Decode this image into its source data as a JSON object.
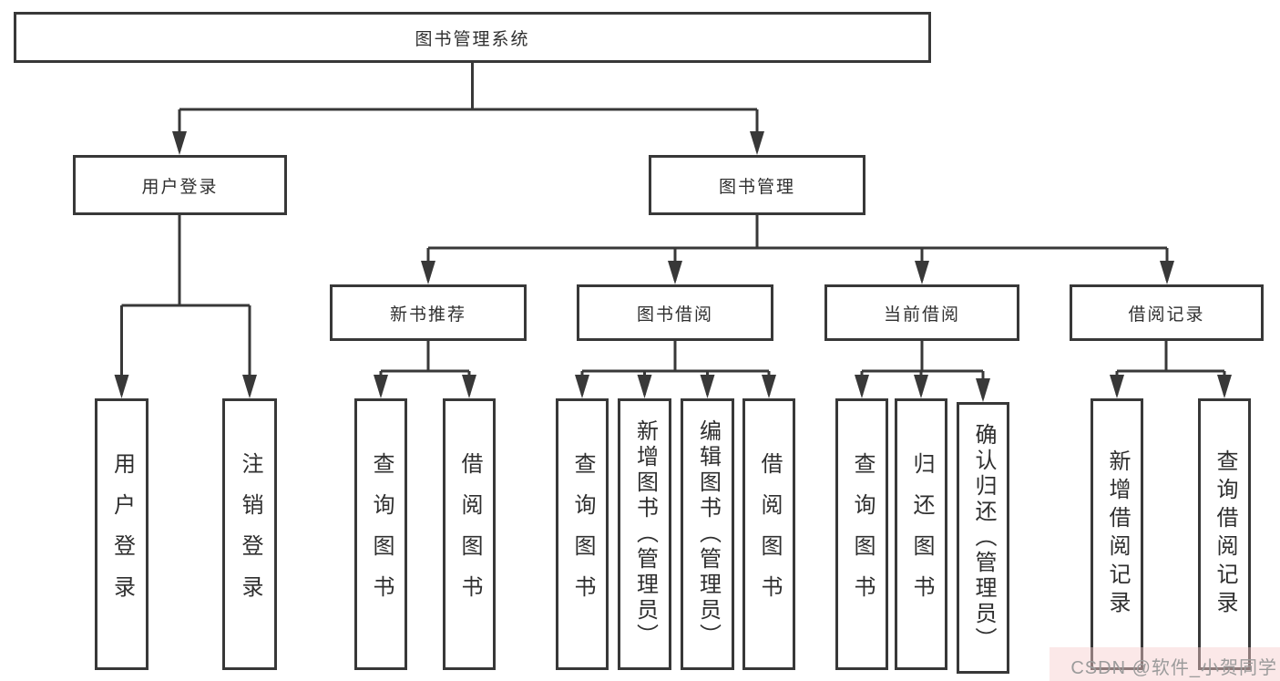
{
  "diagram": {
    "root": {
      "label": "图书管理系统"
    },
    "level2": {
      "user_login": {
        "label": "用户登录"
      },
      "book_management": {
        "label": "图书管理"
      }
    },
    "level3": {
      "new_book_recommend": {
        "label": "新书推荐"
      },
      "book_borrowing": {
        "label": "图书借阅"
      },
      "current_borrowing": {
        "label": "当前借阅"
      },
      "borrowing_records": {
        "label": "借阅记录"
      }
    },
    "leaves": {
      "user_login": {
        "label": "用户登录"
      },
      "logout": {
        "label": "注销登录"
      },
      "query_books_recommend": {
        "label": "查询图书"
      },
      "borrow_books_recommend": {
        "label": "借阅图书"
      },
      "query_books_borrowing": {
        "label": "查询图书"
      },
      "add_books_admin": {
        "label": "新增图书（管理员）"
      },
      "edit_books_admin": {
        "label": "编辑图书（管理员）"
      },
      "borrow_books_borrowing": {
        "label": "借阅图书"
      },
      "query_books_current": {
        "label": "查询图书"
      },
      "return_books": {
        "label": "归还图书"
      },
      "confirm_return_admin": {
        "label": "确认归还（管理员）"
      },
      "add_borrow_record": {
        "label": "新增借阅记录"
      },
      "query_borrow_record": {
        "label": "查询借阅记录"
      }
    },
    "hierarchy": [
      {
        "parent": "图书管理系统",
        "children": [
          "用户登录",
          "图书管理"
        ]
      },
      {
        "parent": "用户登录",
        "children": [
          "用户登录",
          "注销登录"
        ]
      },
      {
        "parent": "图书管理",
        "children": [
          "新书推荐",
          "图书借阅",
          "当前借阅",
          "借阅记录"
        ]
      },
      {
        "parent": "新书推荐",
        "children": [
          "查询图书",
          "借阅图书"
        ]
      },
      {
        "parent": "图书借阅",
        "children": [
          "查询图书",
          "新增图书（管理员）",
          "编辑图书（管理员）",
          "借阅图书"
        ]
      },
      {
        "parent": "当前借阅",
        "children": [
          "查询图书",
          "归还图书",
          "确认归还（管理员）"
        ]
      },
      {
        "parent": "借阅记录",
        "children": [
          "新增借阅记录",
          "查询借阅记录"
        ]
      }
    ],
    "watermark": "CSDN @软件_小贺同学",
    "colors": {
      "line": "#383838",
      "text": "#2f2f2f",
      "background": "#ffffff",
      "watermark": "#9b9b9b",
      "watermark_band": "#f6cdcd"
    }
  }
}
